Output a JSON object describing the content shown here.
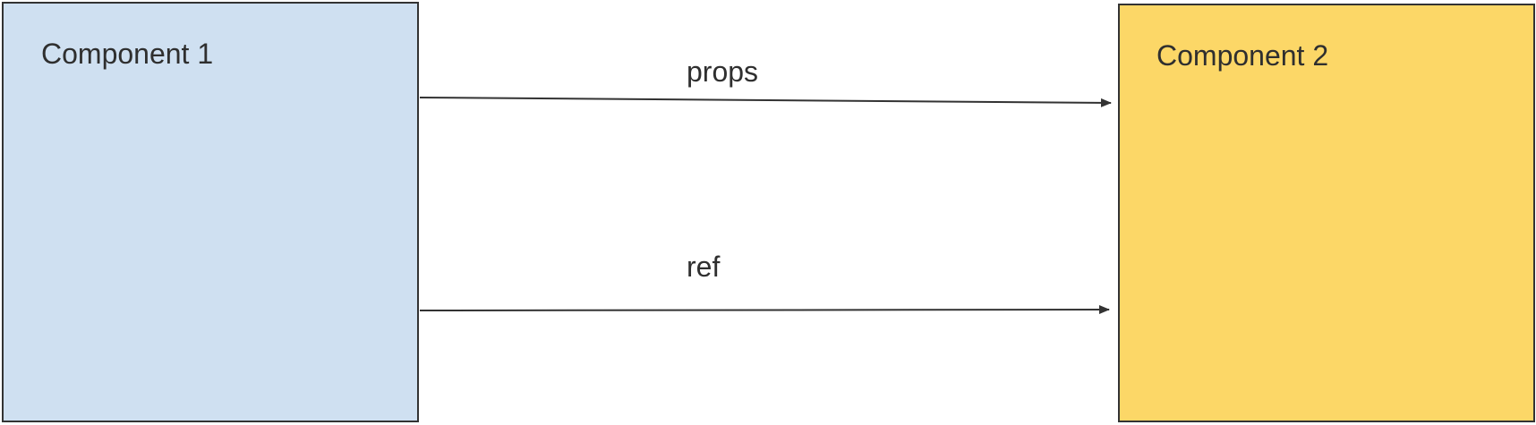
{
  "colors": {
    "component_1_fill": "#cfe0f1",
    "component_2_fill": "#fcd767",
    "line": "#333333",
    "text": "#2f2f2f"
  },
  "components": [
    {
      "title": "Component 1"
    },
    {
      "title": "Component 2"
    }
  ],
  "arrows": [
    {
      "label": "props",
      "from": "Component 1",
      "to": "Component 2"
    },
    {
      "label": "ref",
      "from": "Component 1",
      "to": "Component 2"
    }
  ]
}
